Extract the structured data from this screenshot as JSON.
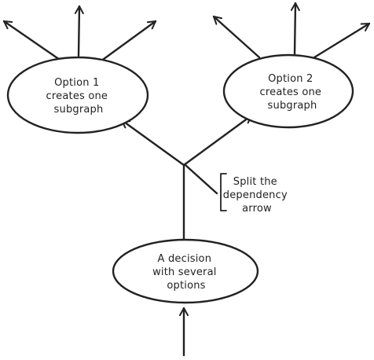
{
  "nodes": {
    "option1": {
      "lines": [
        "Option 1",
        "creates one",
        "subgraph"
      ]
    },
    "option2": {
      "lines": [
        "Option 2",
        "creates one",
        "subgraph"
      ]
    },
    "decision": {
      "lines": [
        "A decision",
        "with several",
        "options"
      ]
    }
  },
  "annotation": {
    "lines": [
      "Split the",
      "dependency",
      "arrow"
    ]
  },
  "colors": {
    "stroke": "#222222",
    "background": "#ffffff"
  }
}
